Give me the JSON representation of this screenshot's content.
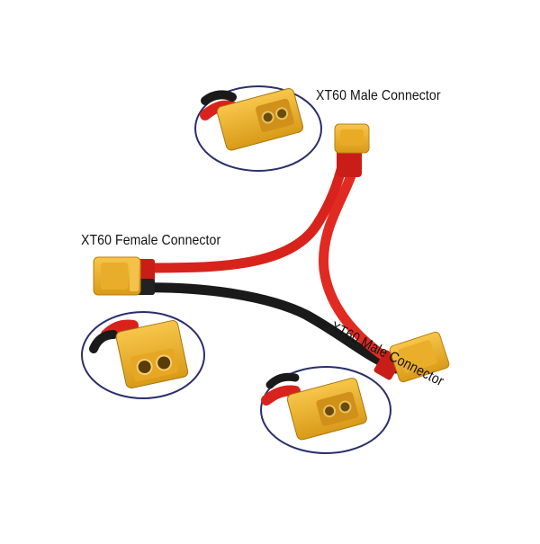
{
  "labels": {
    "male_top": "XT60 Male Connector",
    "female_left": "XT60 Female Connector",
    "male_right": "XT60 Male Connector"
  },
  "colors": {
    "background": "#ffffff",
    "connector_yellow": "#f2b632",
    "connector_shade": "#d89a1a",
    "wire_red": "#d8231c",
    "wire_black": "#1a1a1a",
    "inset_border": "#2a2f6b",
    "label_text": "#111111"
  }
}
